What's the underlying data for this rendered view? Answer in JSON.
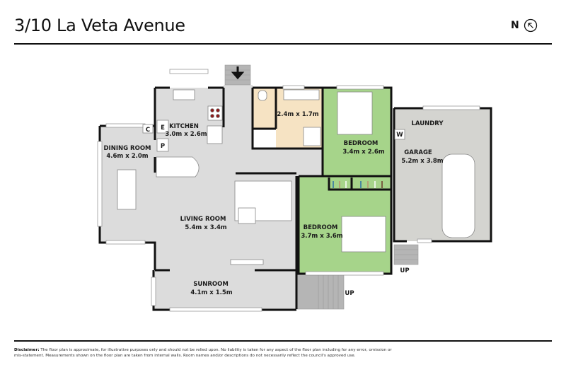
{
  "header": {
    "title": "3/10 La Veta Avenue",
    "compass_label": "N"
  },
  "rooms": [
    {
      "id": "kitchen",
      "name": "KITCHEN",
      "dims": "3.0m x 2.6m"
    },
    {
      "id": "dining",
      "name": "DINING ROOM",
      "dims": "4.6m x 2.0m"
    },
    {
      "id": "bathroom",
      "name": "",
      "dims": "2.4m x 1.7m"
    },
    {
      "id": "bedroom1",
      "name": "BEDROOM",
      "dims": "3.4m x 2.6m"
    },
    {
      "id": "laundry",
      "name": "LAUNDRY",
      "dims": ""
    },
    {
      "id": "garage",
      "name": "GARAGE",
      "dims": "5.2m x 3.8m"
    },
    {
      "id": "living",
      "name": "LIVING ROOM",
      "dims": "5.4m x 3.4m"
    },
    {
      "id": "bedroom2",
      "name": "BEDROOM",
      "dims": "3.7m x 3.6m"
    },
    {
      "id": "sunroom",
      "name": "SUNROOM",
      "dims": "4.1m x 1.5m"
    }
  ],
  "fixtures": {
    "fridge": "E",
    "pantry": "P",
    "cupboard": "C",
    "washer": "W",
    "stairs_up_1": "UP",
    "stairs_up_2": "UP"
  },
  "colors": {
    "floor_grey": "#dcdcdc",
    "bedroom_green": "#a6d48a",
    "wet_area_beige": "#f6e3c3",
    "garage_grey": "#d4d4d0",
    "wall": "#111111",
    "stairs": "#b5b5b5"
  },
  "disclaimer": {
    "label": "Disclaimer:",
    "text": "The floor plan is approximate, for illustrative purposes only and should not be relied upon. No liability is taken for any aspect of the floor plan including for any error, omission or mis-statement. Measurements shown on the floor plan are taken from internal walls. Room names and/or descriptions do not necessarily reflect the council's approved use."
  }
}
